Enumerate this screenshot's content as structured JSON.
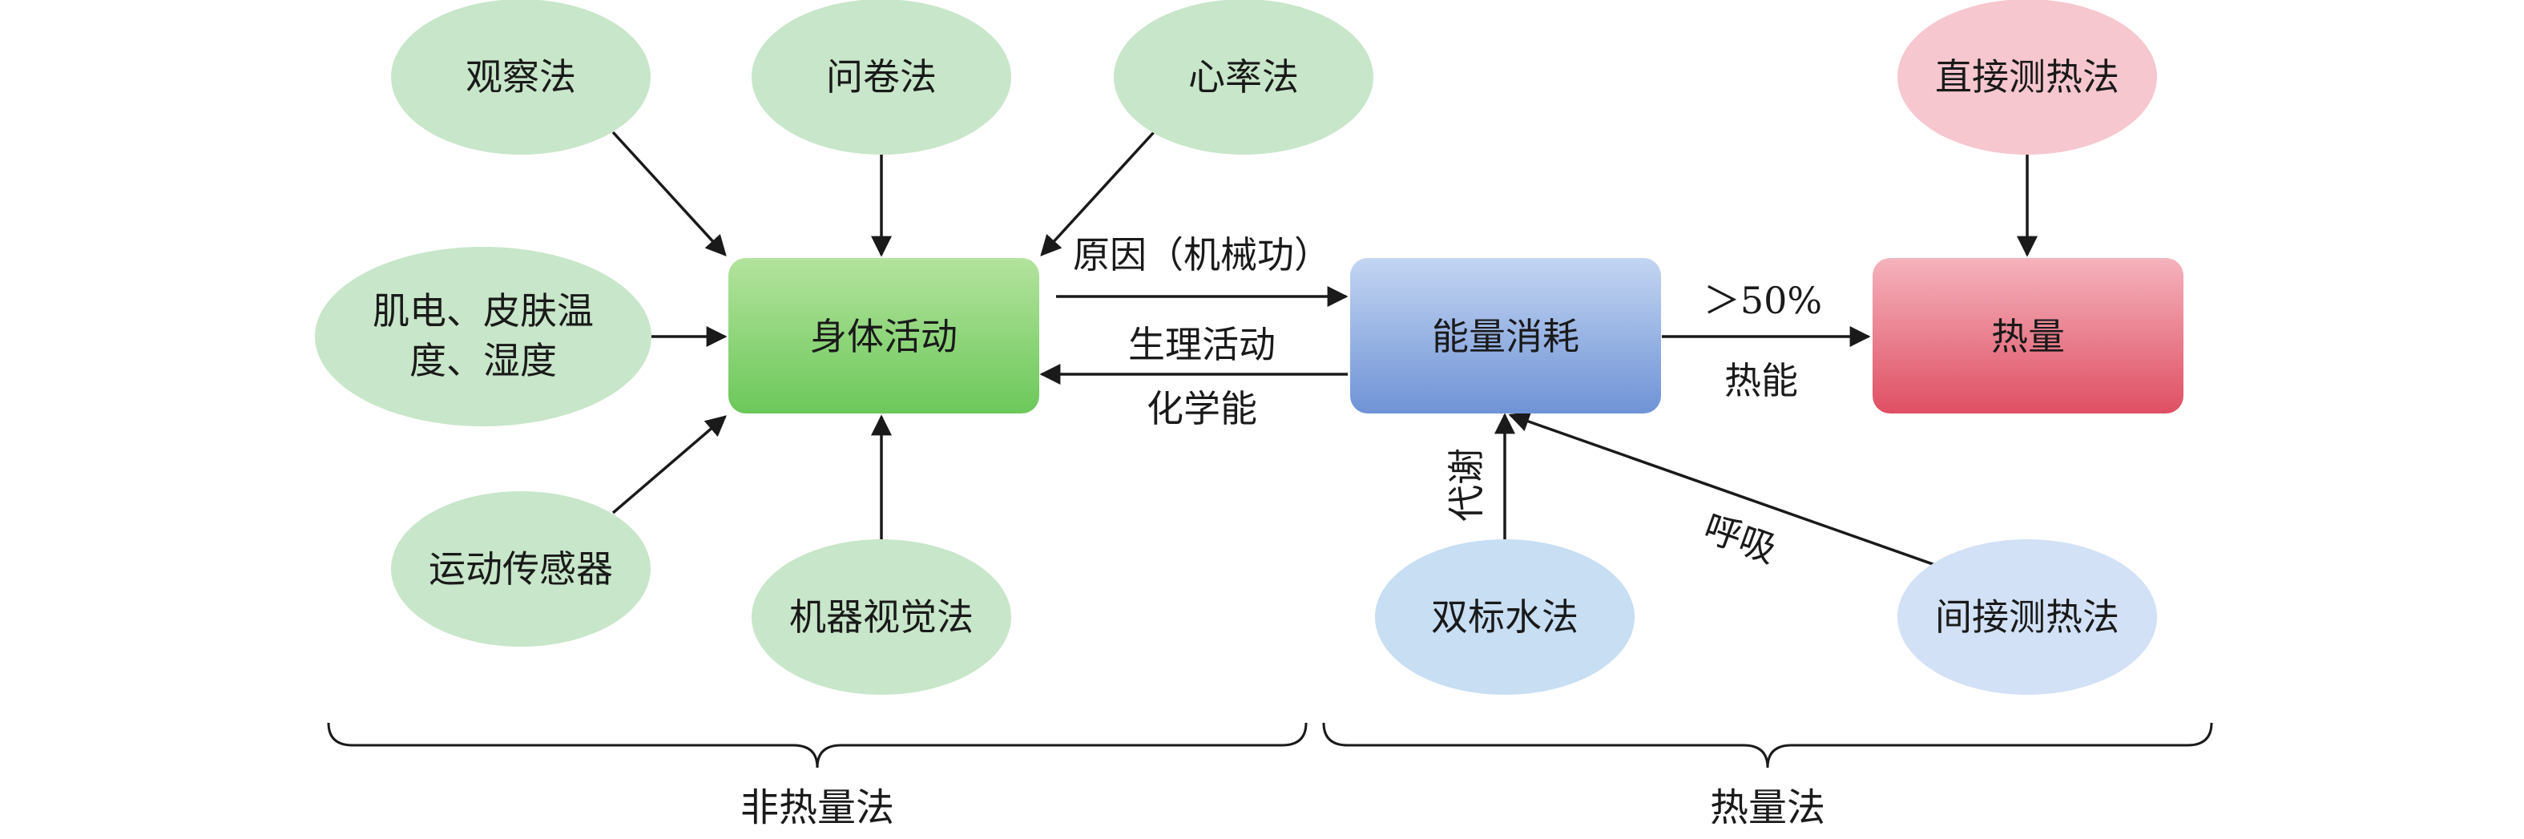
{
  "colors": {
    "method_green": "#c8e6c9",
    "node_green_top": "#a8e08f",
    "node_green_bottom": "#6cc85a",
    "node_blue_top": "#b7ccef",
    "node_blue_bottom": "#6f93d6",
    "node_red_top": "#f3a5b0",
    "node_red_bottom": "#df4f63",
    "method_pink": "#f6c7cf",
    "method_blue": "#c7def3",
    "method_lightblue": "#d2e1f5",
    "arrow": "#1a1a1a"
  },
  "methods": {
    "observation": "观察法",
    "questionnaire": "问卷法",
    "heart_rate": "心率法",
    "emg_line1": "肌电、皮肤温",
    "emg_line2": "度、湿度",
    "motion_sensor": "运动传感器",
    "machine_vision": "机器视觉法",
    "direct_calorimetry": "直接测热法",
    "doubly_labeled_water": "双标水法",
    "indirect_calorimetry": "间接测热法"
  },
  "nodes": {
    "physical_activity": "身体活动",
    "energy_expenditure": "能量消耗",
    "heat": "热量"
  },
  "edges": {
    "cause_mechanical_work": "原因（机械功）",
    "physiological_activity": "生理活动",
    "chemical_energy": "化学能",
    "over_50_percent": "＞50%",
    "thermal_energy": "热能",
    "metabolism": "代谢",
    "respiration": "呼吸"
  },
  "groups": {
    "non_calorimetric": "非热量法",
    "calorimetric": "热量法"
  }
}
